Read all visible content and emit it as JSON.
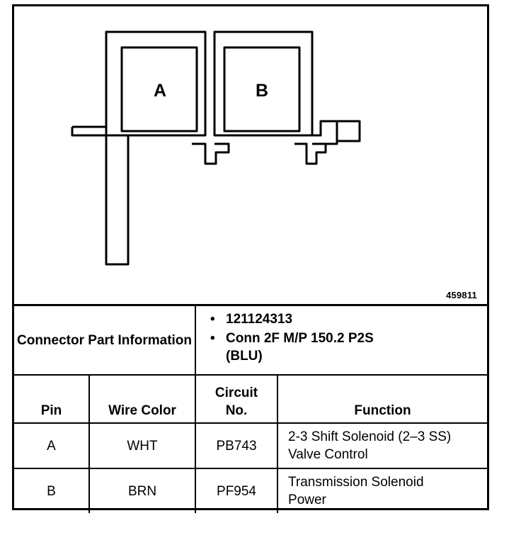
{
  "diagram": {
    "cavity_a_label": "A",
    "cavity_b_label": "B",
    "figure_number": "459811"
  },
  "connector_info": {
    "label": "Connector Part Information",
    "items": [
      "121124313",
      "Conn 2F M/P 150.2 P2S (BLU)"
    ]
  },
  "table": {
    "headers": [
      "Pin",
      "Wire Color",
      "Circuit No.",
      "Function"
    ],
    "rows": [
      {
        "pin": "A",
        "wire_color": "WHT",
        "circuit": "PB743",
        "function": "2-3 Shift Solenoid (2–3 SS) Valve Control"
      },
      {
        "pin": "B",
        "wire_color": "BRN",
        "circuit": "PF954",
        "function": "Transmission Solenoid Power"
      }
    ]
  }
}
